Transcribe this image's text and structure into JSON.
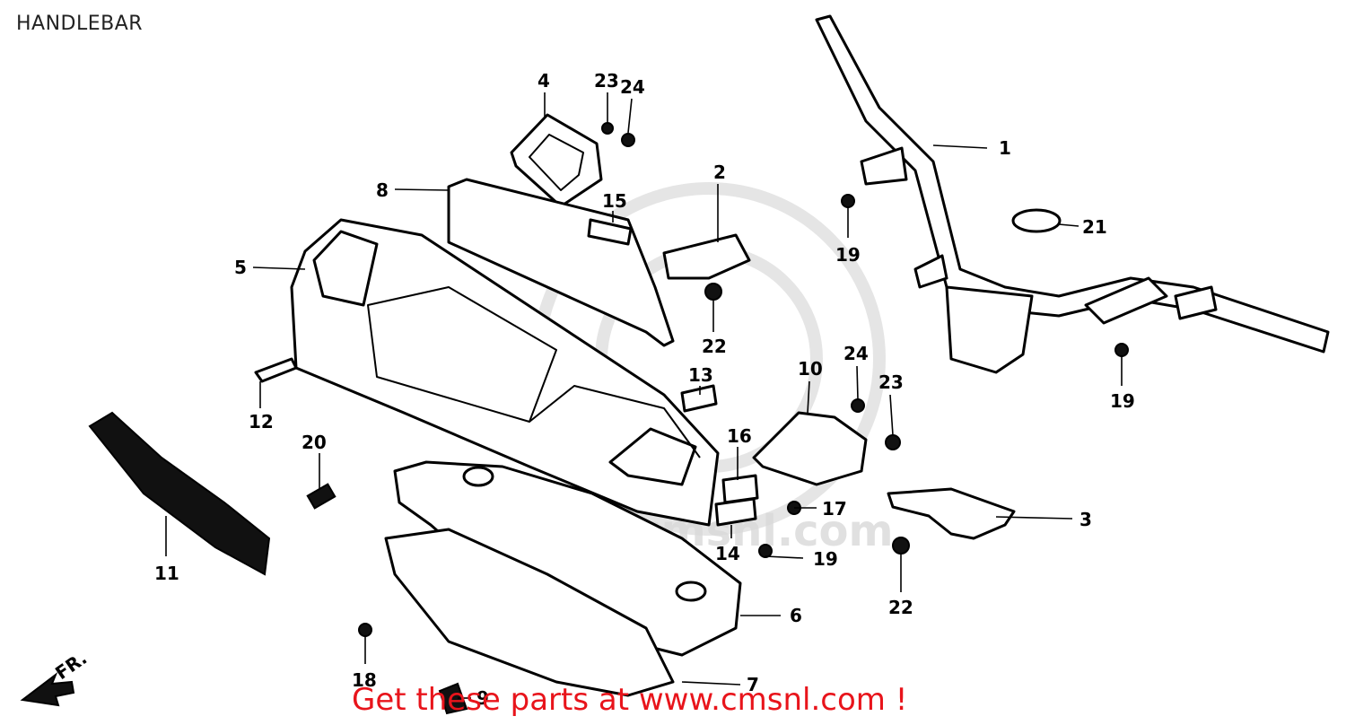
{
  "title": "HANDLEBAR",
  "promo_text": "Get these parts at www.cmsnl.com !",
  "watermark_text": "www.cmsnl.com",
  "direction_label": "FR.",
  "promo_color": "#e8141b",
  "callouts": {
    "c1": "1",
    "c2": "2",
    "c3": "3",
    "c4": "4",
    "c5": "5",
    "c6": "6",
    "c7": "7",
    "c8": "8",
    "c9": "9",
    "c10": "10",
    "c11": "11",
    "c12": "12",
    "c13": "13",
    "c14": "14",
    "c15": "15",
    "c16": "16",
    "c17": "17",
    "c18": "18",
    "c19a": "19",
    "c19b": "19",
    "c19c": "19",
    "c20": "20",
    "c21": "21",
    "c22a": "22",
    "c22b": "22",
    "c23a": "23",
    "c23b": "23",
    "c24a": "24",
    "c24b": "24"
  }
}
